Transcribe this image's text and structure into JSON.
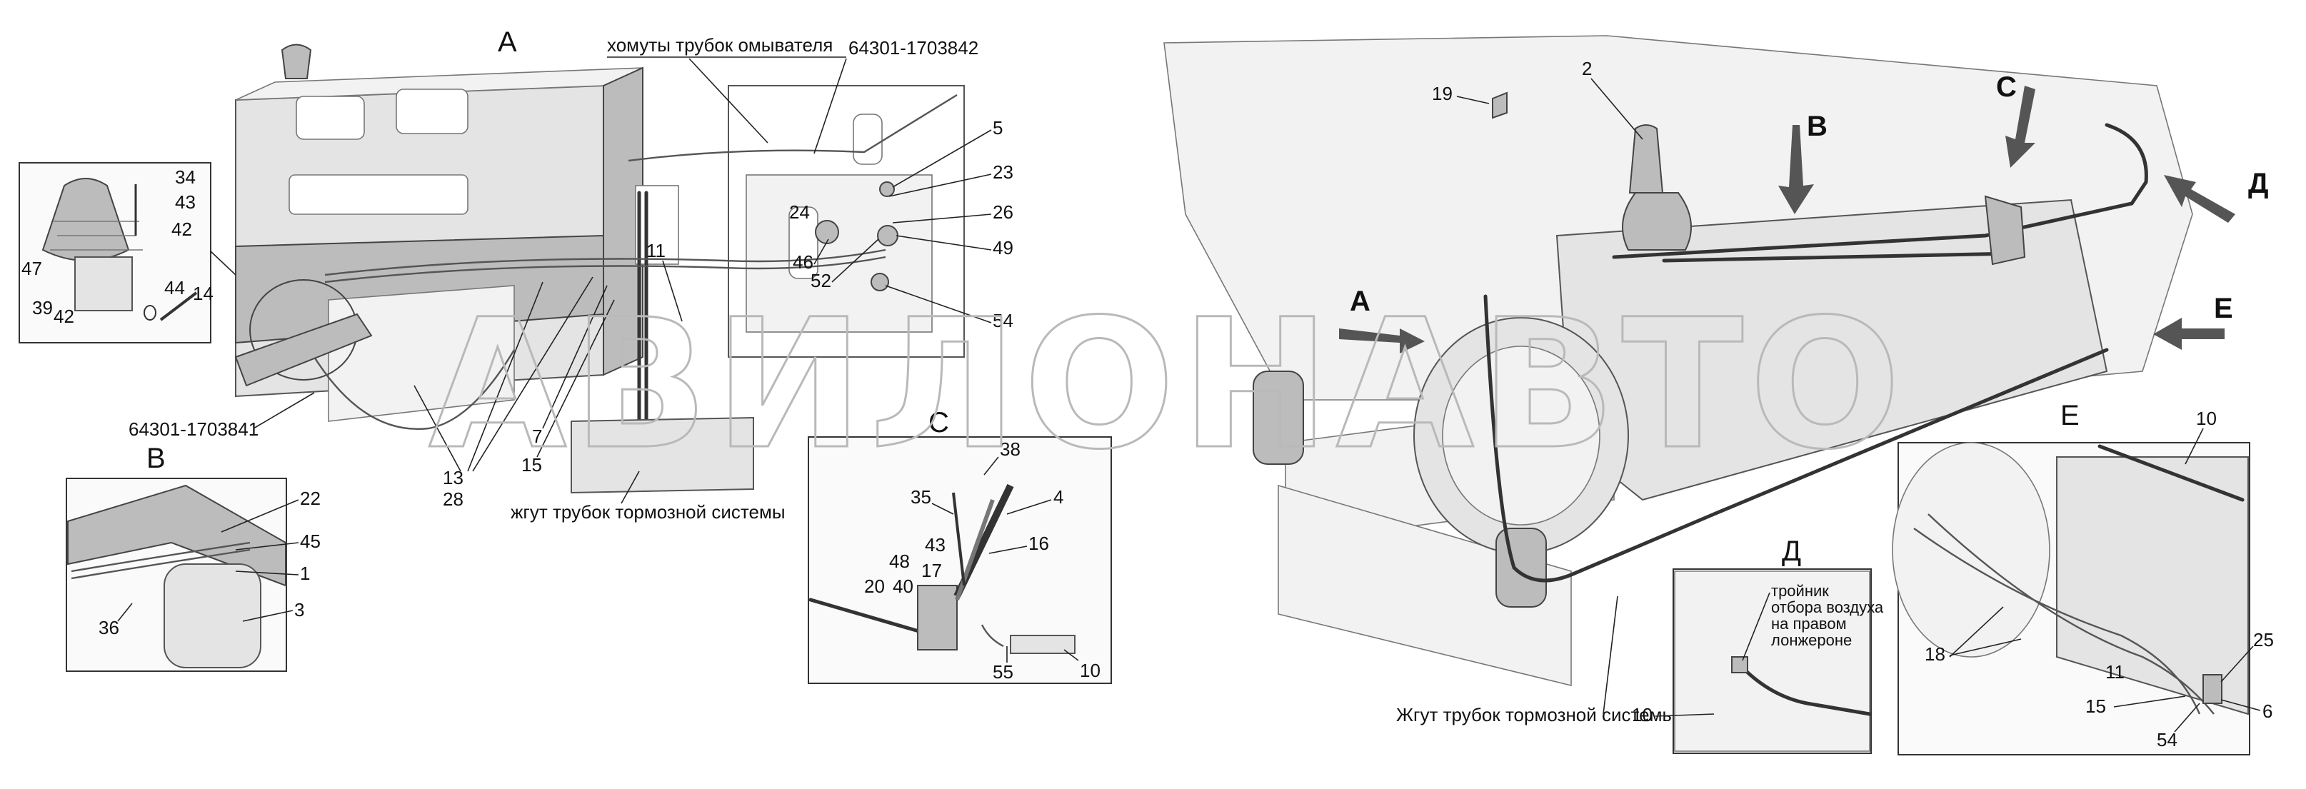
{
  "watermark": "АВИЛОНАВТО",
  "views": {
    "A": {
      "title": "А"
    },
    "B": {
      "title": "В"
    },
    "C": {
      "title": "С"
    },
    "D": {
      "title": "Д"
    },
    "E": {
      "title": "Е"
    }
  },
  "annotations": {
    "hoses_washer": "хомуты трубок омывателя",
    "part_1703842": "64301-1703842",
    "part_1703841": "64301-1703841",
    "brake_harness_left": "жгут трубок тормозной системы",
    "brake_harness_right": "Жгут трубок тормозной системы",
    "tee_line1": "тройник",
    "tee_line2": "отбора воздуха",
    "tee_line3": "на правом",
    "tee_line4": "лонжероне"
  },
  "callouts": {
    "n1": "1",
    "n2": "2",
    "n3": "3",
    "n4": "4",
    "n5": "5",
    "n6": "6",
    "n7": "7",
    "n10": "10",
    "n11": "11",
    "n13": "13",
    "n14": "14",
    "n15": "15",
    "n16": "16",
    "n17": "17",
    "n18": "18",
    "n19": "19",
    "n20": "20",
    "n22": "22",
    "n23": "23",
    "n24": "24",
    "n25": "25",
    "n26": "26",
    "n28": "28",
    "n34": "34",
    "n35": "35",
    "n36": "36",
    "n38": "38",
    "n39": "39",
    "n40": "40",
    "n42": "42",
    "n43": "43",
    "n44": "44",
    "n45": "45",
    "n46": "46",
    "n47": "47",
    "n48": "48",
    "n49": "49",
    "n52": "52",
    "n54": "54",
    "n55": "55"
  },
  "arrows": {
    "A": "А",
    "B": "В",
    "C": "С",
    "D": "Д",
    "E": "Е"
  }
}
